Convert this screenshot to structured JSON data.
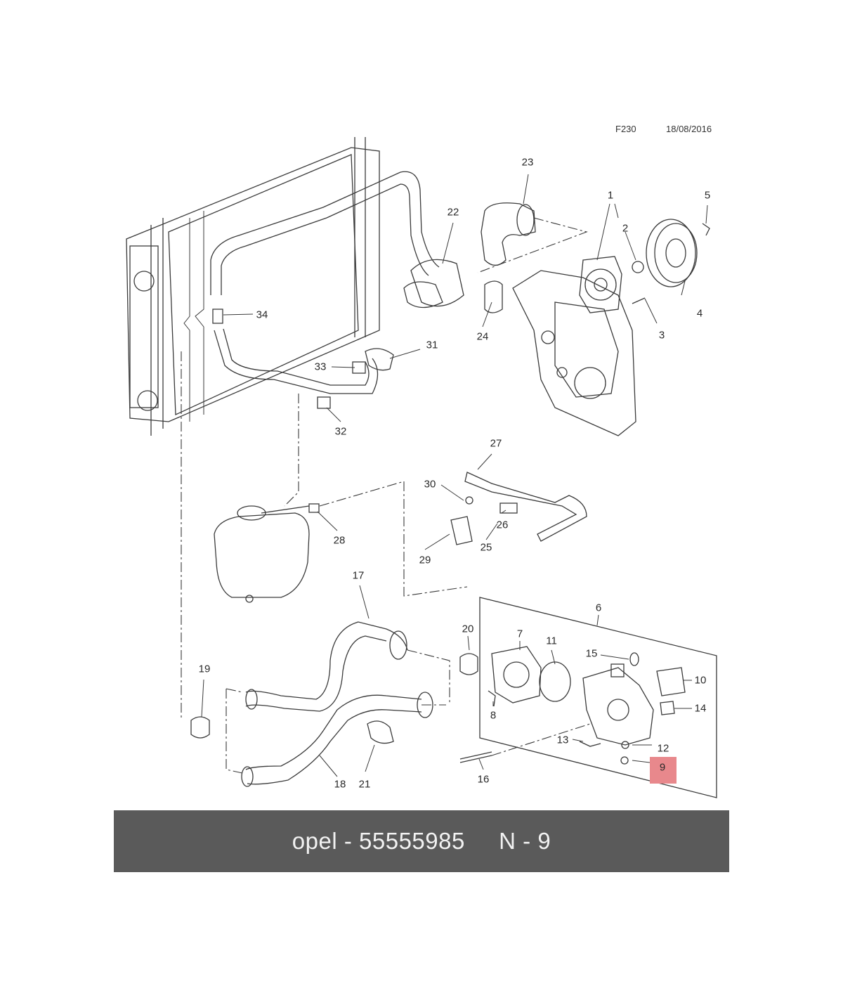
{
  "header": {
    "diagram_code": "F230",
    "date": "18/08/2016"
  },
  "callouts": [
    {
      "label": "1"
    },
    {
      "label": "2"
    },
    {
      "label": "3"
    },
    {
      "label": "4"
    },
    {
      "label": "5"
    },
    {
      "label": "6"
    },
    {
      "label": "7"
    },
    {
      "label": "8"
    },
    {
      "label": "9"
    },
    {
      "label": "10"
    },
    {
      "label": "11"
    },
    {
      "label": "12"
    },
    {
      "label": "13"
    },
    {
      "label": "14"
    },
    {
      "label": "15"
    },
    {
      "label": "16"
    },
    {
      "label": "17"
    },
    {
      "label": "18"
    },
    {
      "label": "19"
    },
    {
      "label": "20"
    },
    {
      "label": "21"
    },
    {
      "label": "22"
    },
    {
      "label": "23"
    },
    {
      "label": "24"
    },
    {
      "label": "25"
    },
    {
      "label": "26"
    },
    {
      "label": "27"
    },
    {
      "label": "28"
    },
    {
      "label": "29"
    },
    {
      "label": "30"
    },
    {
      "label": "31"
    },
    {
      "label": "32"
    },
    {
      "label": "33"
    },
    {
      "label": "34"
    }
  ],
  "highlighted_callout": "9",
  "colors": {
    "highlight": "#e8888c",
    "banner": "#5a5a5a",
    "banner_text": "#f2f2f2",
    "line": "#3a3a3a"
  },
  "banner": {
    "text": "opel - 55555985     N - 9"
  }
}
